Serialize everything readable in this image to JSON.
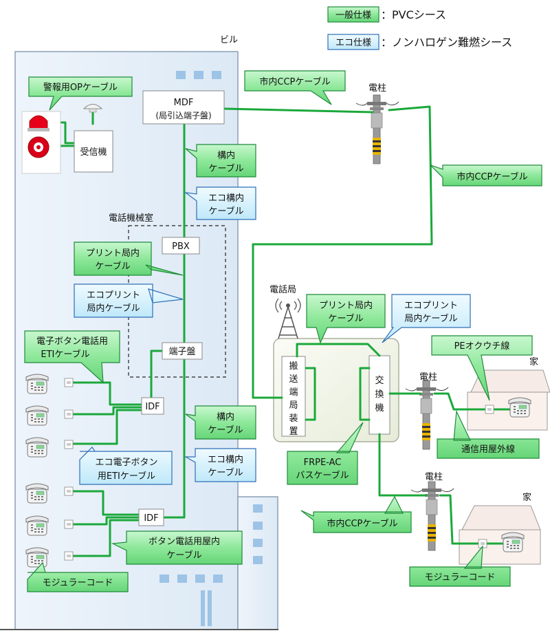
{
  "legend": {
    "pvc_tag": "一般仕様",
    "pvc_text": "：PVCシース",
    "eco_tag": "エコ仕様",
    "eco_text": "：ノンハロゲン難燃シース"
  },
  "building": {
    "name": "ビル",
    "mdf_line1": "MDF",
    "mdf_line2": "(局引込端子盤)",
    "receiver": "受信機",
    "machine_room": "電話機械室",
    "pbx": "PBX",
    "terminal": "端子盤",
    "idf_upper": "IDF",
    "idf_lower": "IDF"
  },
  "station": {
    "name": "電話局",
    "carrier": [
      "搬",
      "送",
      "端",
      "局",
      "装",
      "置"
    ],
    "exchange": [
      "交",
      "換",
      "機"
    ]
  },
  "outside": {
    "pole_top": "電柱",
    "pole_mid": "電柱",
    "pole_bottom": "電柱",
    "house_upper": "家",
    "house_lower": "家"
  },
  "labels": {
    "alarm_op": "警報用OPケーブル",
    "city_ccp_top": "市内CCPケーブル",
    "city_ccp_right": "市内CCPケーブル",
    "city_ccp_bottom": "市内CCPケーブル",
    "premises_1_l1": "構内",
    "premises_1_l2": "ケーブル",
    "eco_premises_1_l1": "エコ構内",
    "eco_premises_1_l2": "ケーブル",
    "print_office_l1": "プリント局内",
    "print_office_l2": "ケーブル",
    "eco_print_l1": "エコプリント",
    "eco_print_l2": "局内ケーブル",
    "eti_l1": "電子ボタン電話用",
    "eti_l2": "ETIケーブル",
    "eco_eti_l1": "エコ電子ボタン",
    "eco_eti_l2": "用ETIケーブル",
    "premises_2_l1": "構内",
    "premises_2_l2": "ケーブル",
    "eco_premises_2_l1": "エコ構内",
    "eco_premises_2_l2": "ケーブル",
    "button_indoor_l1": "ボタン電話用屋内",
    "button_indoor_l2": "ケーブル",
    "modular_left": "モジュラーコード",
    "st_print_l1": "プリント局内",
    "st_print_l2": "ケーブル",
    "st_eco_print_l1": "エコプリント",
    "st_eco_print_l2": "局内ケーブル",
    "pe_ouch": "PEオクウチ線",
    "outdoor_comm": "通信用屋外線",
    "frpe_l1": "FRPE-AC",
    "frpe_l2": "バスケーブル",
    "modular_right": "モジュラーコード"
  },
  "colors": {
    "cable": "#1aa83a",
    "pvc_label": "#8ee89a",
    "eco_label": "#cdeefb"
  }
}
